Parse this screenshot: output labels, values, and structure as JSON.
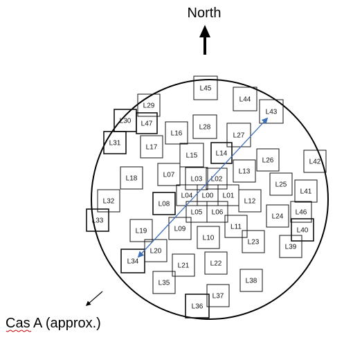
{
  "north_label": "North",
  "cas_label": "Cas A (approx.)",
  "colors": {
    "line": "#000000",
    "baseline": "#3f6fb5",
    "misspell": "#cc0000"
  },
  "icons": {
    "north": "up-arrow-icon",
    "cas": "down-left-arrow-icon"
  },
  "baseline": {
    "from": "L34",
    "to": "L43"
  },
  "tiles": [
    {
      "id": "L45"
    },
    {
      "id": "L44"
    },
    {
      "id": "L43"
    },
    {
      "id": "L29"
    },
    {
      "id": "L30"
    },
    {
      "id": "L47"
    },
    {
      "id": "L16"
    },
    {
      "id": "L28"
    },
    {
      "id": "L27"
    },
    {
      "id": "L31"
    },
    {
      "id": "L17"
    },
    {
      "id": "L15"
    },
    {
      "id": "L14"
    },
    {
      "id": "L26"
    },
    {
      "id": "L42"
    },
    {
      "id": "L18"
    },
    {
      "id": "L07"
    },
    {
      "id": "L03"
    },
    {
      "id": "L02"
    },
    {
      "id": "L13"
    },
    {
      "id": "L25"
    },
    {
      "id": "L41"
    },
    {
      "id": "L04"
    },
    {
      "id": "L00"
    },
    {
      "id": "L01"
    },
    {
      "id": "L32"
    },
    {
      "id": "L08"
    },
    {
      "id": "L12"
    },
    {
      "id": "L05"
    },
    {
      "id": "L06"
    },
    {
      "id": "L46"
    },
    {
      "id": "L24"
    },
    {
      "id": "L33"
    },
    {
      "id": "L11"
    },
    {
      "id": "L19"
    },
    {
      "id": "L09"
    },
    {
      "id": "L40"
    },
    {
      "id": "L10"
    },
    {
      "id": "L23"
    },
    {
      "id": "L39"
    },
    {
      "id": "L20"
    },
    {
      "id": "L34"
    },
    {
      "id": "L22"
    },
    {
      "id": "L21"
    },
    {
      "id": "L38"
    },
    {
      "id": "L35"
    },
    {
      "id": "L37"
    },
    {
      "id": "L36"
    }
  ]
}
